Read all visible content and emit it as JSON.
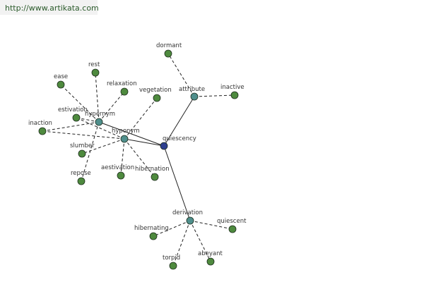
{
  "header": {
    "url": "http://www.artikata.com"
  },
  "colors": {
    "leaf": "#4e8a3e",
    "hub": "#4f8f8c",
    "center": "#2e3f8f",
    "edge": "#222222"
  },
  "graph": {
    "nodes": [
      {
        "id": "quiescency",
        "label": "quiescency",
        "kind": "center"
      },
      {
        "id": "hypernym1",
        "label": "hypernym",
        "kind": "hub"
      },
      {
        "id": "hyponym",
        "label": "hyponym",
        "kind": "hub"
      },
      {
        "id": "attribute",
        "label": "attribute",
        "kind": "hub"
      },
      {
        "id": "derivation",
        "label": "derivation",
        "kind": "hub"
      },
      {
        "id": "dormant",
        "label": "dormant",
        "kind": "leaf"
      },
      {
        "id": "inactive",
        "label": "inactive",
        "kind": "leaf"
      },
      {
        "id": "rest",
        "label": "rest",
        "kind": "leaf"
      },
      {
        "id": "ease",
        "label": "ease",
        "kind": "leaf"
      },
      {
        "id": "relaxation",
        "label": "relaxation",
        "kind": "leaf"
      },
      {
        "id": "vegetation",
        "label": "vegetation",
        "kind": "leaf"
      },
      {
        "id": "estivation",
        "label": "estivation",
        "kind": "leaf"
      },
      {
        "id": "inaction",
        "label": "inaction",
        "kind": "leaf"
      },
      {
        "id": "slumber",
        "label": "slumber",
        "kind": "leaf"
      },
      {
        "id": "repose",
        "label": "repose",
        "kind": "leaf"
      },
      {
        "id": "aestivation",
        "label": "aestivation",
        "kind": "leaf"
      },
      {
        "id": "hibernation",
        "label": "hibernation",
        "kind": "leaf"
      },
      {
        "id": "hibernating",
        "label": "hibernating",
        "kind": "leaf"
      },
      {
        "id": "quiescent",
        "label": "quiescent",
        "kind": "leaf"
      },
      {
        "id": "torpid",
        "label": "torpid",
        "kind": "leaf"
      },
      {
        "id": "abeyant",
        "label": "abeyant",
        "kind": "leaf"
      }
    ],
    "edges": [
      {
        "from": "quiescency",
        "to": "hypernym1",
        "style": "solid"
      },
      {
        "from": "quiescency",
        "to": "hyponym",
        "style": "solid"
      },
      {
        "from": "quiescency",
        "to": "attribute",
        "style": "solid"
      },
      {
        "from": "quiescency",
        "to": "derivation",
        "style": "solid"
      },
      {
        "from": "attribute",
        "to": "dormant",
        "style": "dashed"
      },
      {
        "from": "attribute",
        "to": "inactive",
        "style": "dashed"
      },
      {
        "from": "hypernym1",
        "to": "rest",
        "style": "dashed"
      },
      {
        "from": "hypernym1",
        "to": "ease",
        "style": "dashed"
      },
      {
        "from": "hypernym1",
        "to": "relaxation",
        "style": "dashed"
      },
      {
        "from": "hypernym1",
        "to": "estivation",
        "style": "dashed"
      },
      {
        "from": "hypernym1",
        "to": "inaction",
        "style": "dashed"
      },
      {
        "from": "hypernym1",
        "to": "repose",
        "style": "dashed"
      },
      {
        "from": "hyponym",
        "to": "vegetation",
        "style": "dashed"
      },
      {
        "from": "hyponym",
        "to": "estivation",
        "style": "dashed"
      },
      {
        "from": "hyponym",
        "to": "inaction",
        "style": "dashed"
      },
      {
        "from": "hyponym",
        "to": "slumber",
        "style": "dashed"
      },
      {
        "from": "hyponym",
        "to": "aestivation",
        "style": "dashed"
      },
      {
        "from": "hyponym",
        "to": "hibernation",
        "style": "dashed"
      },
      {
        "from": "derivation",
        "to": "hibernating",
        "style": "dashed"
      },
      {
        "from": "derivation",
        "to": "quiescent",
        "style": "dashed"
      },
      {
        "from": "derivation",
        "to": "torpid",
        "style": "dashed"
      },
      {
        "from": "derivation",
        "to": "abeyant",
        "style": "dashed"
      }
    ]
  }
}
